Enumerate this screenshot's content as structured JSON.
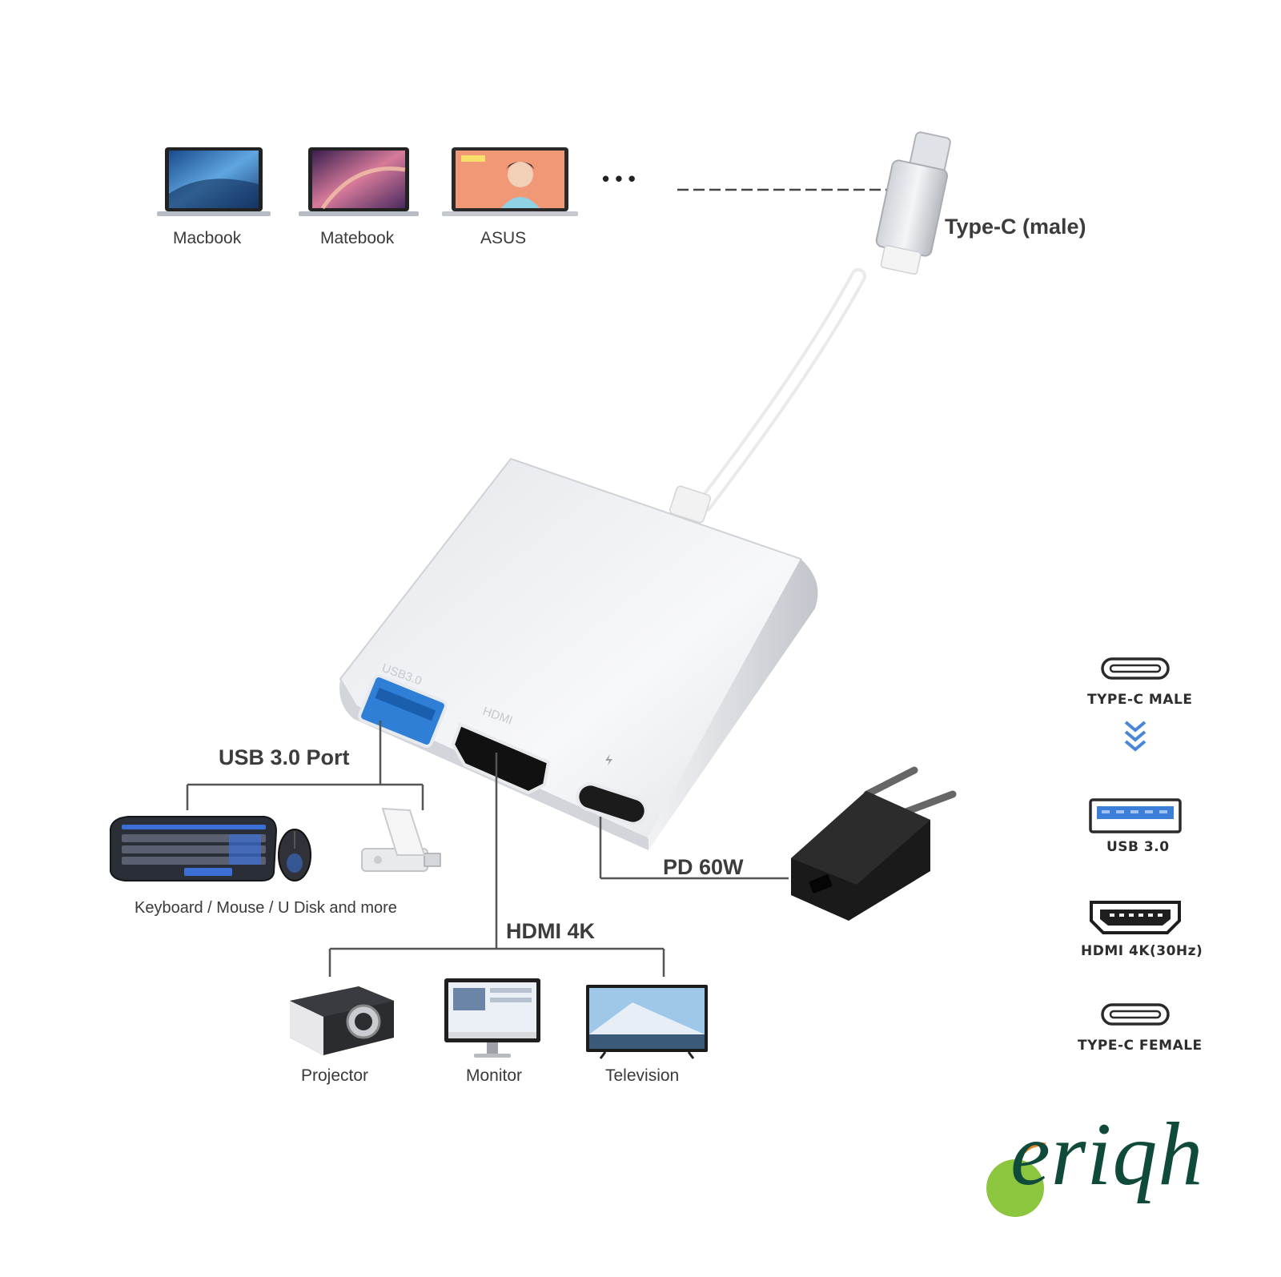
{
  "devices_top": [
    {
      "label": "Macbook",
      "icon": "laptop-icon"
    },
    {
      "label": "Matebook",
      "icon": "laptop-icon"
    },
    {
      "label": "ASUS",
      "icon": "laptop-icon"
    }
  ],
  "more_symbol": "• • •",
  "connector_label": "Type-C (male)",
  "ports": {
    "usb_label": "USB 3.0 Port",
    "usb_devices_caption": "Keyboard / Mouse / U Disk and more",
    "pd_label": "PD 60W",
    "hdmi_label": "HDMI 4K",
    "hdmi_devices": [
      "Projector",
      "Monitor",
      "Television"
    ],
    "hub_port_usb": "USB3.0",
    "hub_port_hdmi": "HDMI"
  },
  "legend": [
    {
      "label": "TYPE-C MALE",
      "icon": "type-c-port-icon"
    },
    {
      "label": "USB 3.0",
      "icon": "usb-port-icon"
    },
    {
      "label": "HDMI 4K(30Hz)",
      "icon": "hdmi-port-icon"
    },
    {
      "label": "TYPE-C FEMALE",
      "icon": "type-c-port-icon"
    }
  ],
  "brand": "eriqh",
  "colors": {
    "usb_blue": "#2f7fd6",
    "brand_green": "#0f4a3a",
    "leaf": "#8cc63f"
  }
}
